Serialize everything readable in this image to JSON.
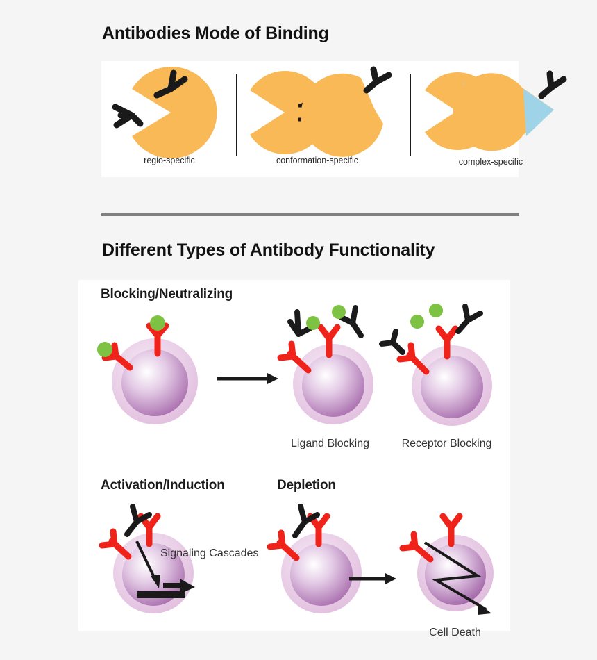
{
  "page": {
    "background": "#f5f5f5",
    "panel_background": "#ffffff",
    "separator_color": "#808080"
  },
  "colors": {
    "orange_antigen": "#f9b957",
    "blue_wedge": "#9fd4e8",
    "antibody_black": "#1a1a1a",
    "receptor_red": "#f0231b",
    "ligand_green": "#7dc242",
    "cell_halo": "#e8cce4",
    "cell_nucleus": "#b07bb5",
    "text_dark": "#1a1a1a"
  },
  "section1": {
    "title": "Antibodies Mode of Binding",
    "groups": [
      {
        "caption": "regio-specific"
      },
      {
        "caption": "conformation-specific"
      },
      {
        "caption": "complex-specific"
      }
    ]
  },
  "section2": {
    "title": "Different Types of Antibody Functionality",
    "rows": [
      {
        "label": "Blocking/Neutralizing",
        "cells": [
          {
            "caption": ""
          },
          {
            "caption": "Ligand Blocking"
          },
          {
            "caption": "Receptor Blocking"
          }
        ]
      },
      {
        "labels": [
          "Activation/Induction",
          "Depletion"
        ],
        "cells": [
          {
            "caption": "",
            "annotation": "Signaling Cascades"
          },
          {
            "caption": ""
          },
          {
            "caption": "Cell Death"
          }
        ]
      }
    ]
  }
}
